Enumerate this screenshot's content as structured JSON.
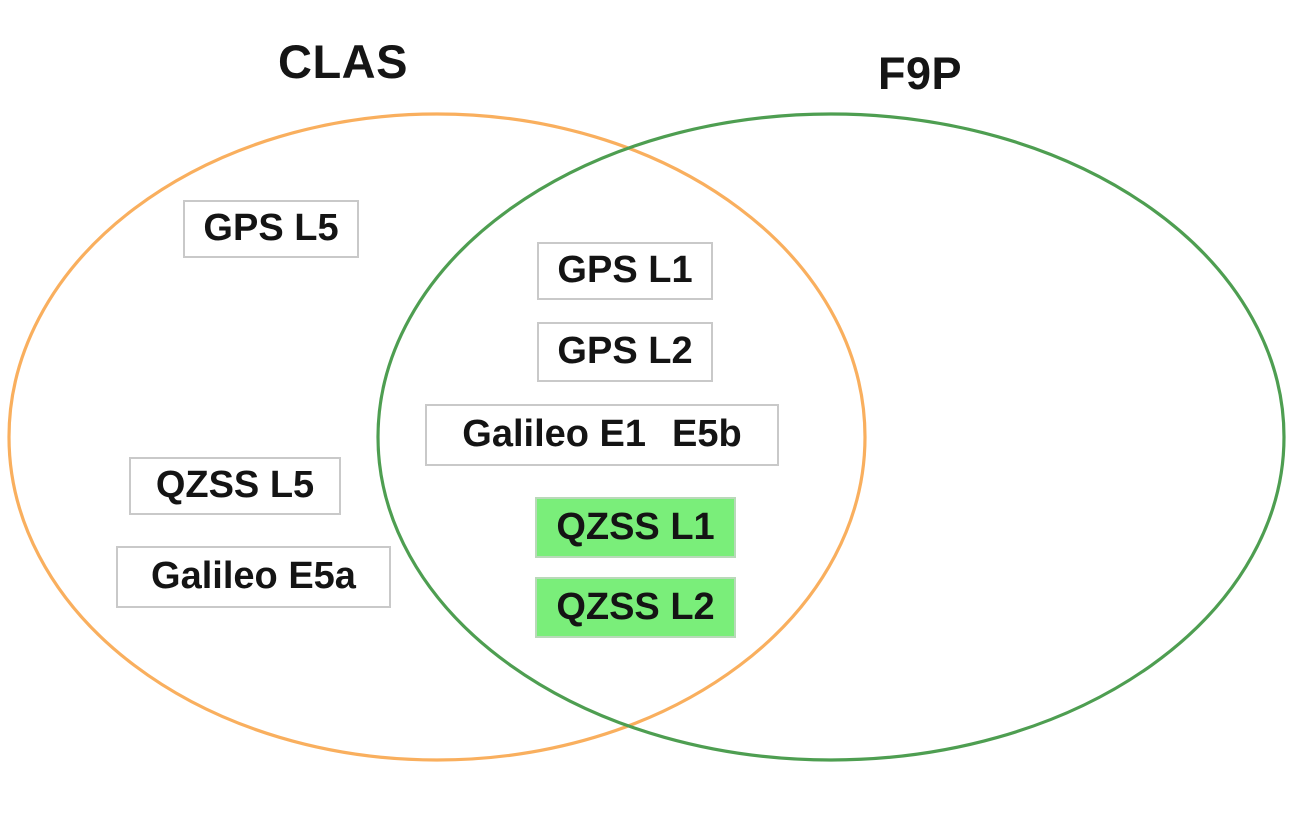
{
  "diagram": {
    "type": "venn",
    "title_left": "CLAS",
    "title_right": "F9P",
    "sets": [
      {
        "name": "CLAS",
        "label": "CLAS",
        "stroke_color": "#f9af5e",
        "region": "left"
      },
      {
        "name": "F9P",
        "label": "F9P",
        "stroke_color": "#4e9e51",
        "region": "right"
      }
    ],
    "regions": {
      "left_only": {
        "set": "CLAS",
        "items": [
          {
            "label": "GPS L5",
            "highlight": false
          },
          {
            "label": "QZSS L5",
            "highlight": false
          },
          {
            "label": "Galileo E5a",
            "highlight": false
          }
        ]
      },
      "intersection": {
        "sets": [
          "CLAS",
          "F9P"
        ],
        "items": [
          {
            "label": "GPS L1",
            "highlight": false
          },
          {
            "label": "GPS L2",
            "highlight": false
          },
          {
            "label": "Galileo E1",
            "label_second": "E5b",
            "highlight": false
          },
          {
            "label": "QZSS L1",
            "highlight": true
          },
          {
            "label": "QZSS L2",
            "highlight": true
          }
        ]
      },
      "right_only": {
        "set": "F9P",
        "items": []
      }
    },
    "colors": {
      "clas_ellipse_stroke": "#f9af5e",
      "f9p_ellipse_stroke": "#4e9e51",
      "highlight_fill": "#7aee7a",
      "box_border": "#c9c9c9",
      "box_fill": "#ffffff",
      "text": "#141414",
      "background": "#ffffff"
    }
  }
}
